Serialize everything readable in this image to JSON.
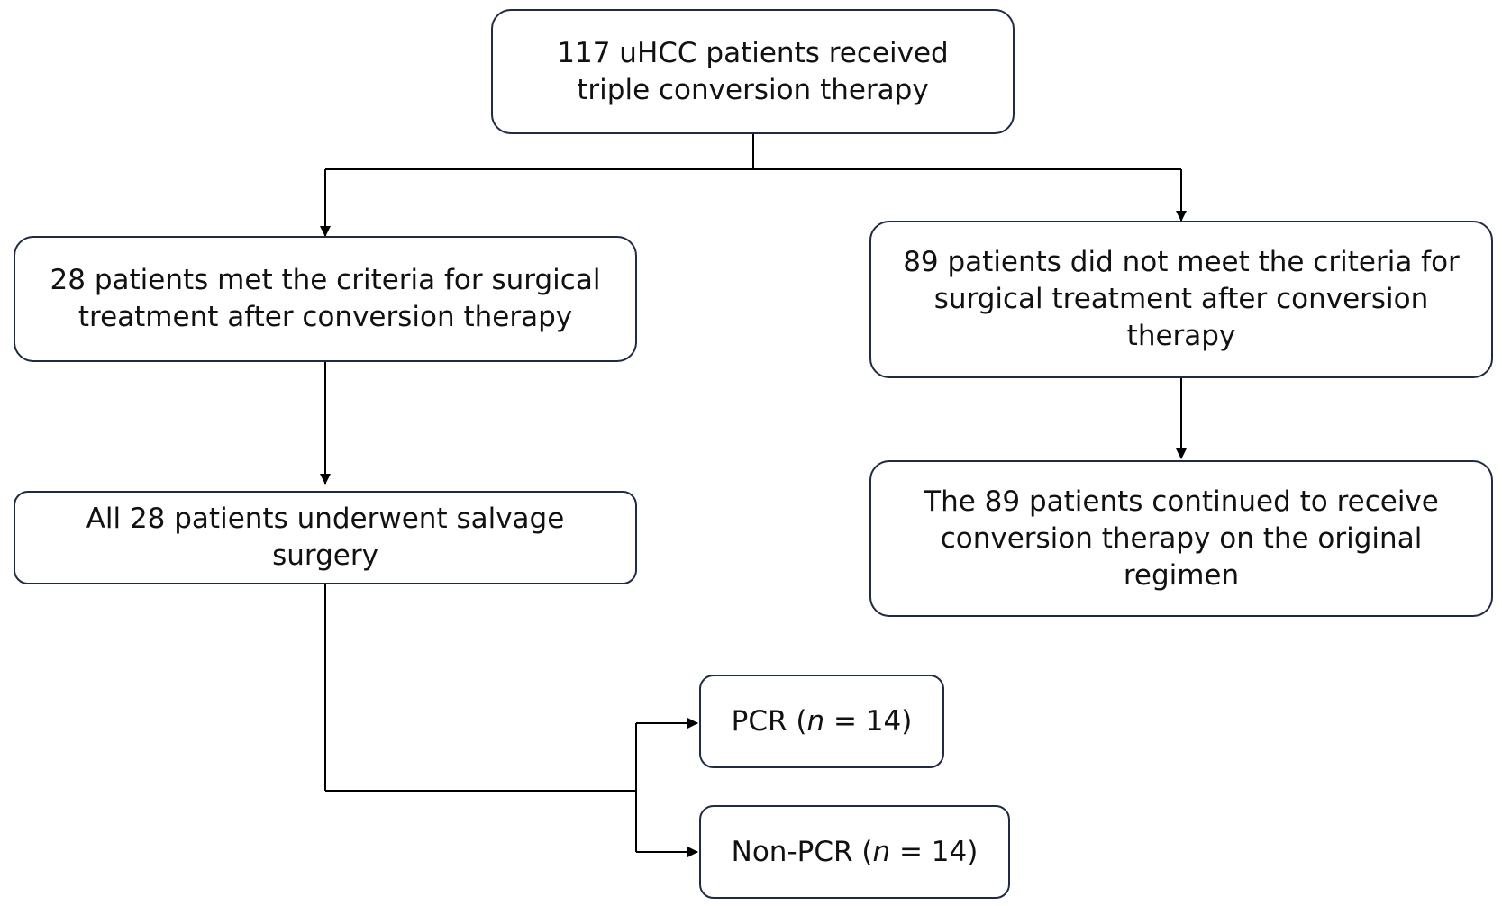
{
  "nodes": {
    "root": "117 uHCC patients received triple conversion therapy",
    "met_criteria": "28 patients met the criteria for surgical treatment after conversion therapy",
    "not_met_criteria": "89 patients did not meet the criteria for surgical treatment after conversion therapy",
    "salvage_surgery": "All 28 patients underwent salvage surgery",
    "continued_therapy": "The 89 patients continued to receive conversion therapy on the original regimen",
    "pcr": {
      "prefix": "PCR (",
      "n_symbol": "n",
      "suffix": " = 14)"
    },
    "non_pcr": {
      "prefix": "Non-PCR (",
      "n_symbol": "n",
      "suffix": " = 14)"
    }
  },
  "colors": {
    "border": "#1f2a44",
    "connector": "#000000",
    "text": "#111111"
  }
}
